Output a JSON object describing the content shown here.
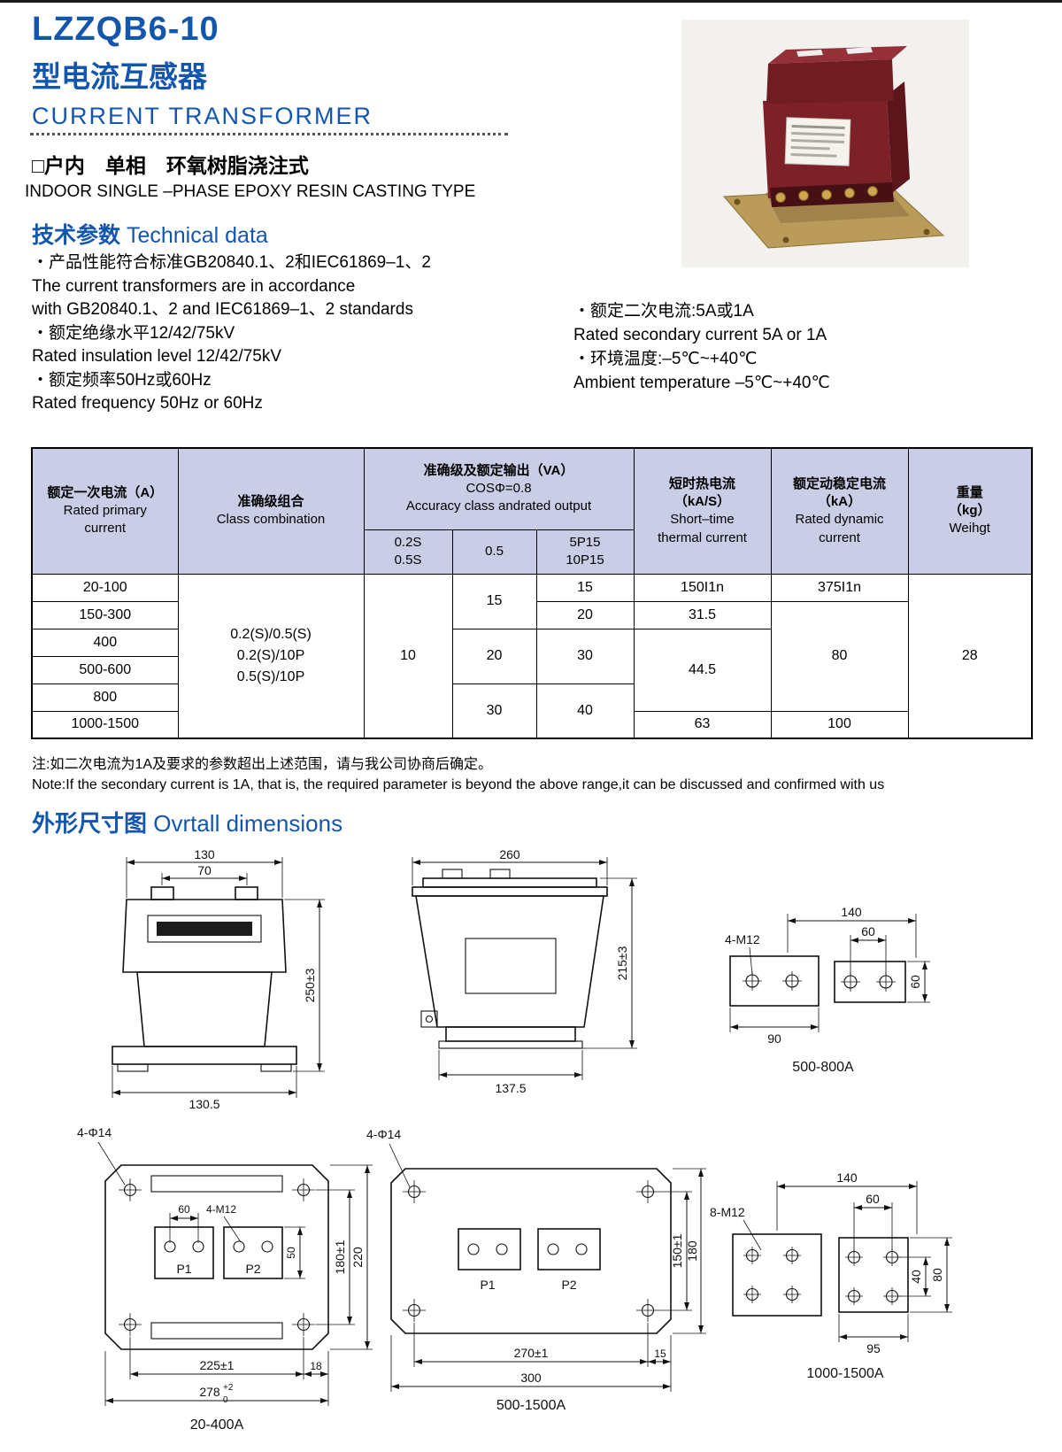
{
  "header": {
    "model": "LZZQB6-10",
    "series_cn": "型电流互感器",
    "series_en": "CURRENT  TRANSFORMER",
    "type_cn": "□户内　单相　环氧树脂浇注式",
    "type_en": "INDOOR SINGLE –PHASE EPOXY RESIN CASTING TYPE"
  },
  "tech": {
    "heading_cn": "技术参数",
    "heading_en": " Technical data",
    "left": [
      "・产品性能符合标准GB20840.1、2和IEC61869–1、2",
      "The current transformers are in accordance",
      "with GB20840.1、2 and IEC61869–1、2 standards",
      "・额定绝缘水平12/42/75kV",
      "Rated insulation level 12/42/75kV",
      "・额定频率50Hz或60Hz",
      "Rated frequency 50Hz or 60Hz"
    ],
    "right": [
      "・额定二次电流:5A或1A",
      "Rated secondary current 5A or 1A",
      "・环境温度:–5℃~+40℃",
      "Ambient temperature –5℃~+40℃"
    ]
  },
  "table": {
    "h_primary": [
      "额定一次电流（A）",
      "Rated primary",
      "current"
    ],
    "h_class": [
      "准确级组合",
      "Class combination"
    ],
    "h_accuracy": [
      "准确级及额定输出（VA）",
      "COSΦ=0.8",
      "Accuracy class andrated output"
    ],
    "h_sub1": [
      "0.2S",
      "0.5S"
    ],
    "h_sub2": "0.5",
    "h_sub3": [
      "5P15",
      "10P15"
    ],
    "h_short": [
      "短时热电流",
      "（kA/S）",
      "Short–time",
      "thermal current"
    ],
    "h_dynamic": [
      "额定动稳定电流",
      "（kA）",
      "Rated dynamic",
      "current"
    ],
    "h_weight": [
      "重量",
      "（kg）",
      "Weihgt"
    ],
    "primary": [
      "20-100",
      "150-300",
      "400",
      "500-600",
      "800",
      "1000-1500"
    ],
    "class_combo": [
      "0.2(S)/0.5(S)",
      "0.2(S)/10P",
      "0.5(S)/10P"
    ],
    "v_02s": "10",
    "v_05": [
      "15",
      "20",
      "30"
    ],
    "v_5p": [
      "15",
      "20",
      "30",
      "40"
    ],
    "v_short": [
      "150I1n",
      "31.5",
      "44.5",
      "63"
    ],
    "v_dyn": [
      "375I1n",
      "80",
      "100"
    ],
    "v_weight": "28"
  },
  "note": {
    "cn": "注:如二次电流为1A及要求的参数超出上述范围，请与我公司协商后确定。",
    "en": "Note:If the secondary current is 1A, that is, the required parameter is beyond the above range,it can be discussed and confirmed with us"
  },
  "dims_section": {
    "heading_cn": "外形尺寸图",
    "heading_en": " Ovrtall dimensions"
  },
  "drawings": {
    "front": {
      "w_top": "130",
      "w_terminals": "70",
      "height": "250±3",
      "w_bottom": "130.5"
    },
    "side": {
      "w_top": "260",
      "height": "215±3",
      "w_bottom": "137.5"
    },
    "plate_500_800": {
      "bolts": "4-M12",
      "d140": "140",
      "d60": "60",
      "d90": "90",
      "d60v": "60",
      "label": "500-800A"
    },
    "plan_20_400": {
      "holes": "4-Φ14",
      "d60": "60",
      "bolts": "4-M12",
      "d50": "50",
      "d180": "180±1",
      "d220": "220",
      "d225": "225±1",
      "d18": "18",
      "d278": "278",
      "tol_sup": "+2",
      "tol_sub": "0",
      "p1": "P1",
      "p2": "P2",
      "label": "20-400A"
    },
    "plan_500_1500": {
      "holes": "4-Φ14",
      "d270": "270±1",
      "d150": "150±1",
      "d180": "180",
      "d15": "15",
      "d300": "300",
      "p1": "P1",
      "p2": "P2",
      "label": "500-1500A"
    },
    "plate_1000_1500": {
      "bolts": "8-M12",
      "d140": "140",
      "d60": "60",
      "d40": "40",
      "d80": "80",
      "d95": "95",
      "label": "1000-1500A"
    }
  }
}
